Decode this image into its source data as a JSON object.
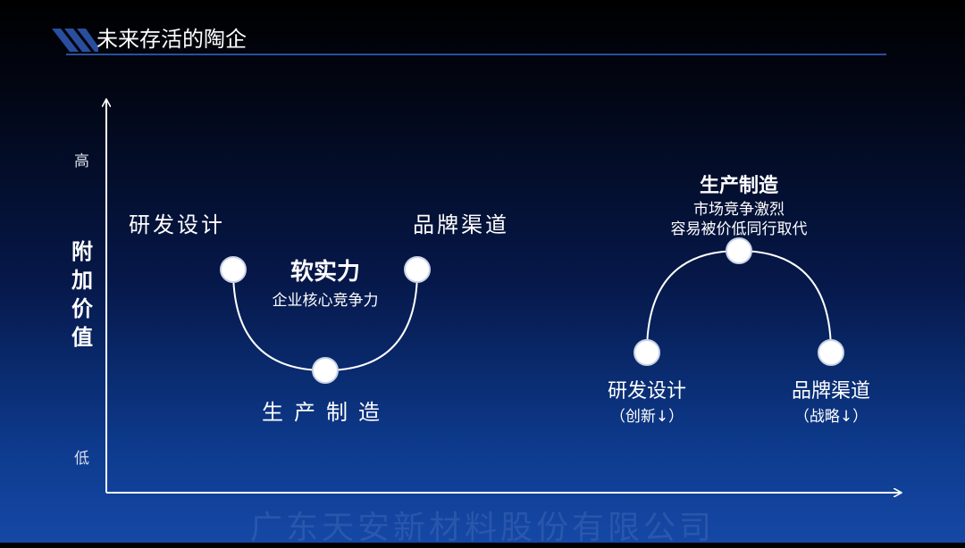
{
  "header": {
    "title": "未来存活的陶企"
  },
  "axes": {
    "y_label": "附\n加\n价\n值",
    "y_high": "高",
    "y_low": "低"
  },
  "left_curve": {
    "left_label": "研发设计",
    "right_label": "品牌渠道",
    "bottom_label": "生产制造",
    "center_title": "软实力",
    "center_subtitle": "企业核心竞争力"
  },
  "right_curve": {
    "top_title": "生产制造",
    "top_line1": "市场竞争激烈",
    "top_line2": "容易被价低同行取代",
    "left_label": "研发设计",
    "left_sub": "（创新↓）",
    "right_label": "品牌渠道",
    "right_sub": "（战略↓）"
  },
  "footer": {
    "watermark": "广东天安新材料股份有限公司"
  },
  "colors": {
    "line": "#ffffff",
    "accent": "#1f3f8a"
  }
}
